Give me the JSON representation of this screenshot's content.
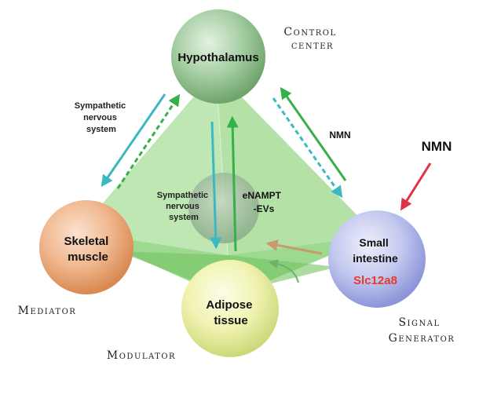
{
  "nodes": {
    "hypothalamus": "Hypothalamus",
    "skeletal_muscle": [
      "Skeletal",
      "muscle"
    ],
    "adipose_tissue": [
      "Adipose",
      "tissue"
    ],
    "small_intestine": [
      "Small",
      "intestine"
    ],
    "small_intestine_gene": "Slc12a8",
    "center": [
      "eNAMPT",
      "-EVs"
    ]
  },
  "labels": {
    "sns_left": [
      "Sympathetic",
      "nervous",
      "system"
    ],
    "sns_center": [
      "Sympathetic",
      "nervous",
      "system"
    ],
    "nmn_arrow": "NMN",
    "nmn_external": "NMN"
  },
  "roles": {
    "control_center": [
      "Control",
      "center"
    ],
    "mediator": "Mediator",
    "modulator": "Modulator",
    "signal_generator": [
      "Signal",
      "Generator"
    ]
  },
  "colors": {
    "teal_arrow": "#3bb9c2",
    "green_arrow": "#35b04a",
    "red_arrow": "#e03345",
    "tan_arrow": "#c99a6c",
    "gene_text": "#e23b2e"
  }
}
